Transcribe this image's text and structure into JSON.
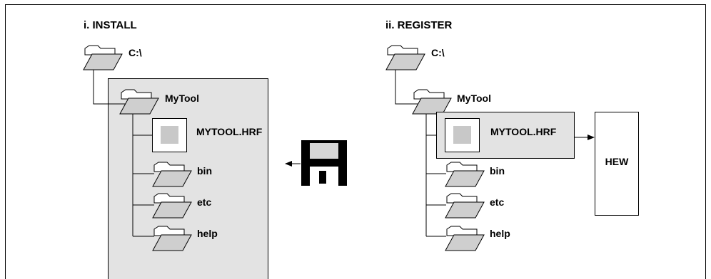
{
  "install": {
    "title": "i.  INSTALL",
    "drive": "C:\\",
    "folder": "MyTool",
    "file": "MYTOOL.HRF",
    "subfolders": [
      "bin",
      "etc",
      "help"
    ]
  },
  "register": {
    "title": "ii.  REGISTER",
    "drive": "C:\\",
    "folder": "MyTool",
    "file": "MYTOOL.HRF",
    "subfolders": [
      "bin",
      "etc",
      "help"
    ],
    "target": "HEW"
  },
  "colors": {
    "panel_fill": "#e3e3e3",
    "folder_fill": "#cfcfcf",
    "file_icon_fill": "#c8c8c8"
  },
  "icons": {
    "folder": "folder-icon",
    "file": "file-icon",
    "disk": "floppy-disk-icon"
  }
}
